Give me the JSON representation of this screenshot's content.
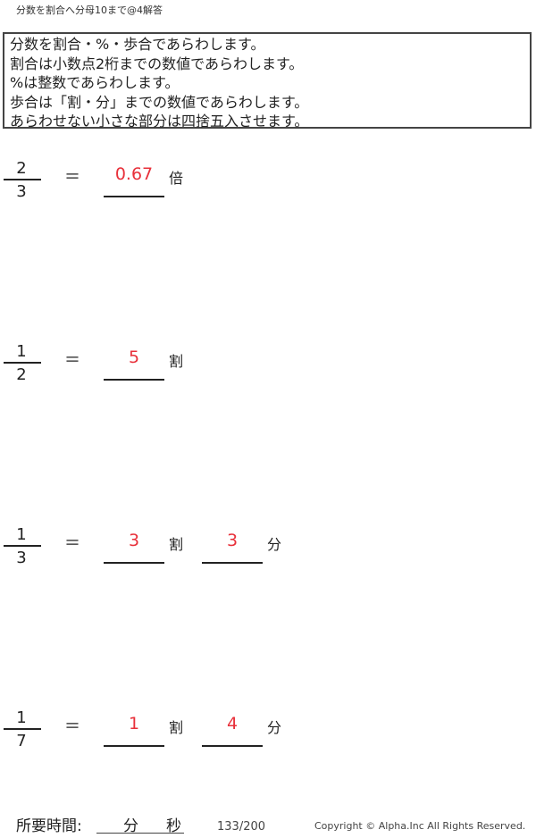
{
  "title": "分数を割合へ分母10まで@4解答",
  "instructions": [
    "分数を割合・%・歩合であらわします。",
    "割合は小数点2桁までの数値であらわします。",
    "%は整数であらわします。",
    "歩合は「割・分」までの数値であらわします。",
    "あらわせない小さな部分は四捨五入させます。"
  ],
  "equals": "＝",
  "problems": [
    {
      "numerator": "2",
      "denominator": "3",
      "answers": [
        {
          "value": "0.67",
          "unit": "倍"
        }
      ]
    },
    {
      "numerator": "1",
      "denominator": "2",
      "answers": [
        {
          "value": "5",
          "unit": "割"
        }
      ]
    },
    {
      "numerator": "1",
      "denominator": "3",
      "answers": [
        {
          "value": "3",
          "unit": "割"
        },
        {
          "value": "3",
          "unit": "分"
        }
      ]
    },
    {
      "numerator": "1",
      "denominator": "7",
      "answers": [
        {
          "value": "1",
          "unit": "割"
        },
        {
          "value": "4",
          "unit": "分"
        }
      ]
    }
  ],
  "footer": {
    "time_label": "所要時間:",
    "minutes": "分",
    "seconds": "秒",
    "page": "133/200",
    "copyright": "Copyright ©  Alpha.Inc All Rights Reserved."
  },
  "colors": {
    "answer": "#e8303a"
  }
}
